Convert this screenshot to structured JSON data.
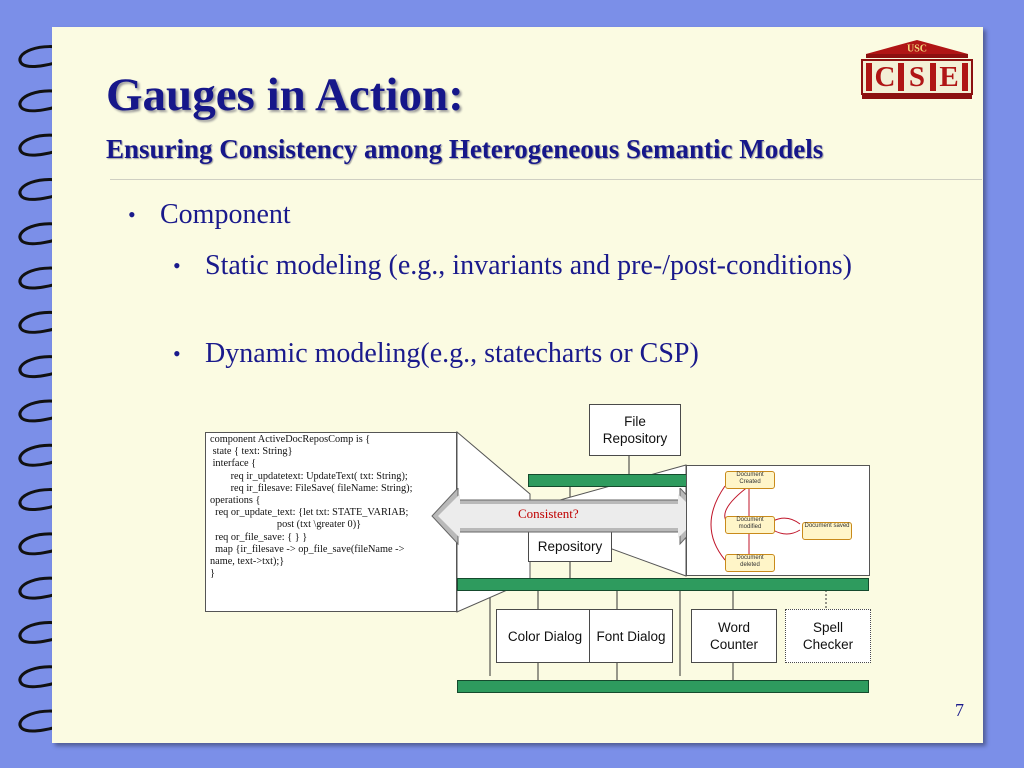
{
  "logo": {
    "top_text": "USC",
    "letters": [
      "C",
      "S",
      "E"
    ]
  },
  "title": "Gauges in Action:",
  "subtitle": "Ensuring Consistency among Heterogeneous Semantic Models",
  "bullets": [
    {
      "marker": "•",
      "text": "Component"
    },
    {
      "marker": "•",
      "text": "Static modeling (e.g., invariants and pre-/post-conditions)"
    },
    {
      "marker": "•",
      "text": "Dynamic modeling(e.g., statecharts or CSP)"
    }
  ],
  "diagram": {
    "file_repository": "File Repository",
    "repository": "Repository",
    "consistent_label": "Consistent?",
    "code": "component ActiveDocReposComp is {\n state { text: String}\n interface {\n        req ir_updatetext: UpdateText( txt: String);\n        req ir_filesave: FileSave( fileName: String);\noperations {\n  req or_update_text: {let txt: STATE_VARIAB;\n                          post (txt \\greater 0)}\n  req or_file_save: { } }\n  map {ir_filesave -> op_file_save(fileName ->\nname, text->txt);}\n}",
    "states": {
      "created": "Document Created",
      "modified": "Document modified",
      "saved": "Document saved",
      "deleted": "Document deleted"
    },
    "components": [
      "Color Dialog",
      "Font Dialog",
      "Word Counter",
      "Spell Checker"
    ]
  },
  "page_number": "7",
  "colors": {
    "background": "#7b8fe8",
    "slide": "#fbfbe2",
    "title": "#16178a",
    "bus": "#2e9b5e",
    "consistent": "#c00000",
    "logo_red": "#b01515"
  }
}
